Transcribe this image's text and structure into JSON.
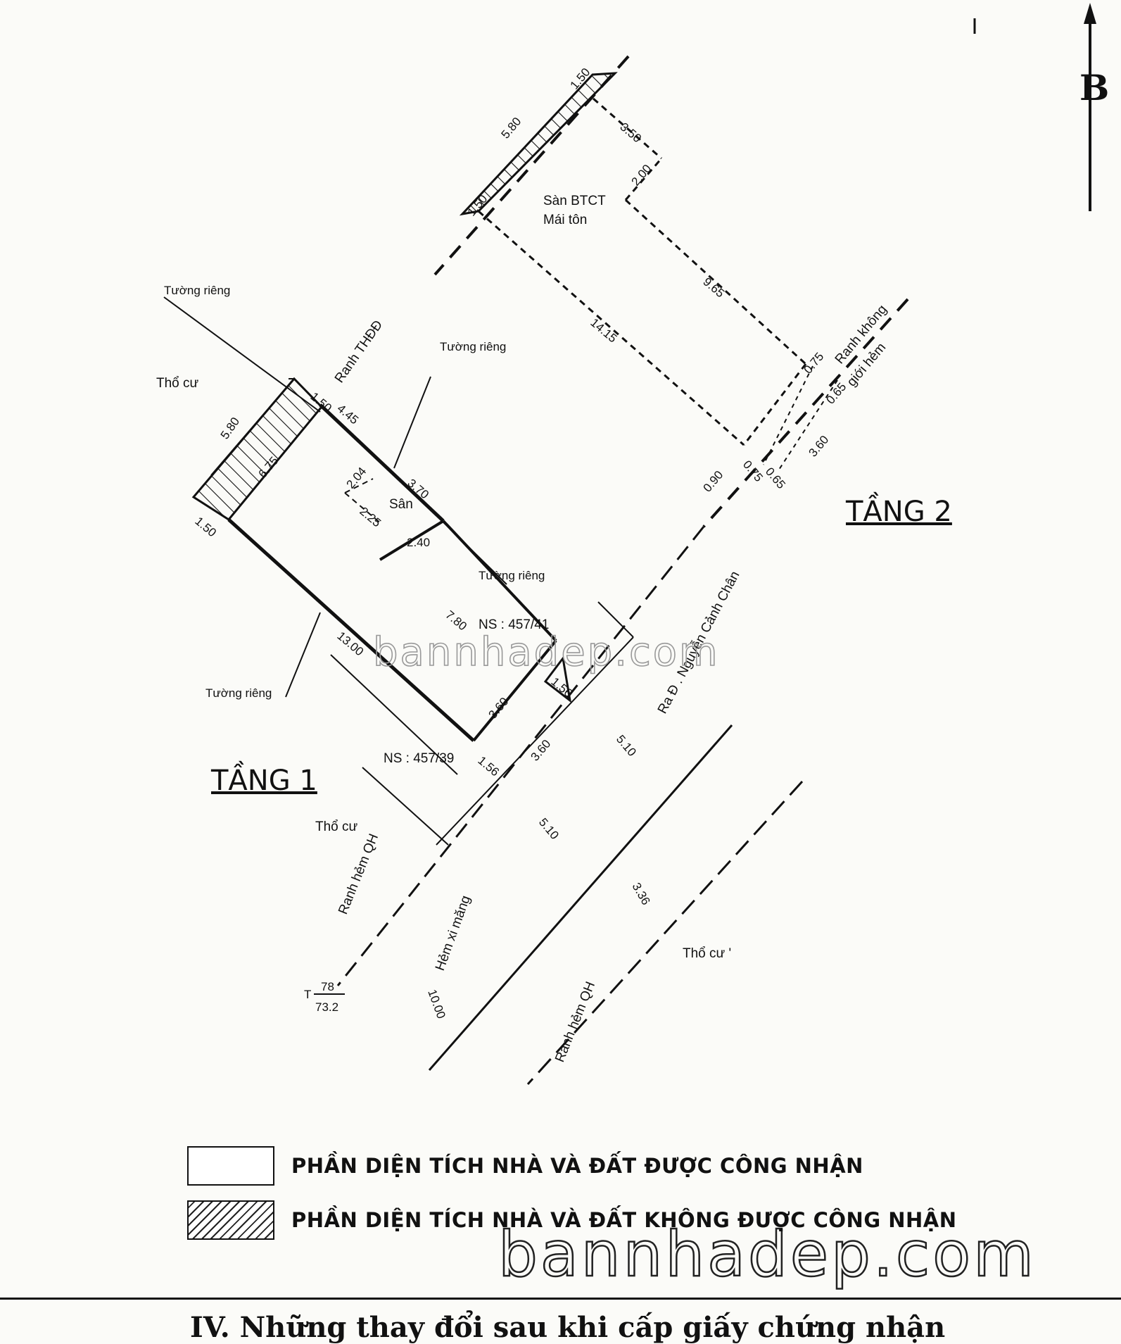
{
  "north": {
    "letter": "B"
  },
  "floors": {
    "tang1": "TẦNG 1",
    "tang2": "TẦNG 2"
  },
  "labels": {
    "san_btct": "Sàn BTCT",
    "mai_ton": "Mái tôn",
    "tuong_rieng": "Tường riêng",
    "tho_cu": "Thổ cư",
    "thổ_cu_2": "Thổ cư '",
    "ranh_thdd": "Ranh THĐĐ",
    "ranh_khong_1": "Ranh không",
    "ranh_khong_2": "giới hẻm",
    "san": "Sân",
    "ns1": "NS : 457/41",
    "ns2": "NS : 457/39",
    "road": "Ra Đ . Nguyễn Cảnh Chân",
    "hem": "Hẻm xi măng",
    "ranh_hem_qh": "Ranh hẻm QH",
    "t_mark": "T",
    "t_top": "78",
    "t_bottom": "73.2"
  },
  "dimensions": {
    "d150a": "1.50",
    "d580a": "5.80",
    "d350": "3.50",
    "d200": "2.00",
    "d150b": "1.50",
    "d965": "9.65",
    "d1415": "14.15",
    "d075a": "0.75",
    "d065a": "0.65",
    "d360a": "3.60",
    "d075b": "0.75",
    "d065b": "0.65",
    "d090": "0.90",
    "d150c": "1.50",
    "d445": "4.45",
    "d580b": "5.80",
    "d675": "6.75",
    "d150d": "1.50",
    "d204": "2.04",
    "d225": "2.25",
    "d370": "3.70",
    "d240": "2.40",
    "d780": "7.80",
    "d1300": "13.00",
    "d156a": "1.56",
    "d360b": "3.60",
    "d360c": "3.60",
    "d156b": "1.56",
    "d510a": "5.10",
    "d510b": "5.10",
    "d336": "3.36",
    "d1000": "10.00"
  },
  "legend": {
    "recognized": "PHẦN DIỆN TÍCH NHÀ VÀ ĐẤT ĐƯỢC CÔNG NHẬN",
    "not_recognized": "PHẦN DIỆN TÍCH NHÀ VÀ ĐẤT KHÔNG ĐƯỢC CÔNG NHẬN"
  },
  "watermark": "bannhadep.com",
  "footer": {
    "caption": "IV. Những thay đổi sau khi cấp giấy chứng nhận"
  },
  "colors": {
    "ink": "#111111",
    "paper": "#fbfbf8",
    "watermark": "#999999"
  }
}
